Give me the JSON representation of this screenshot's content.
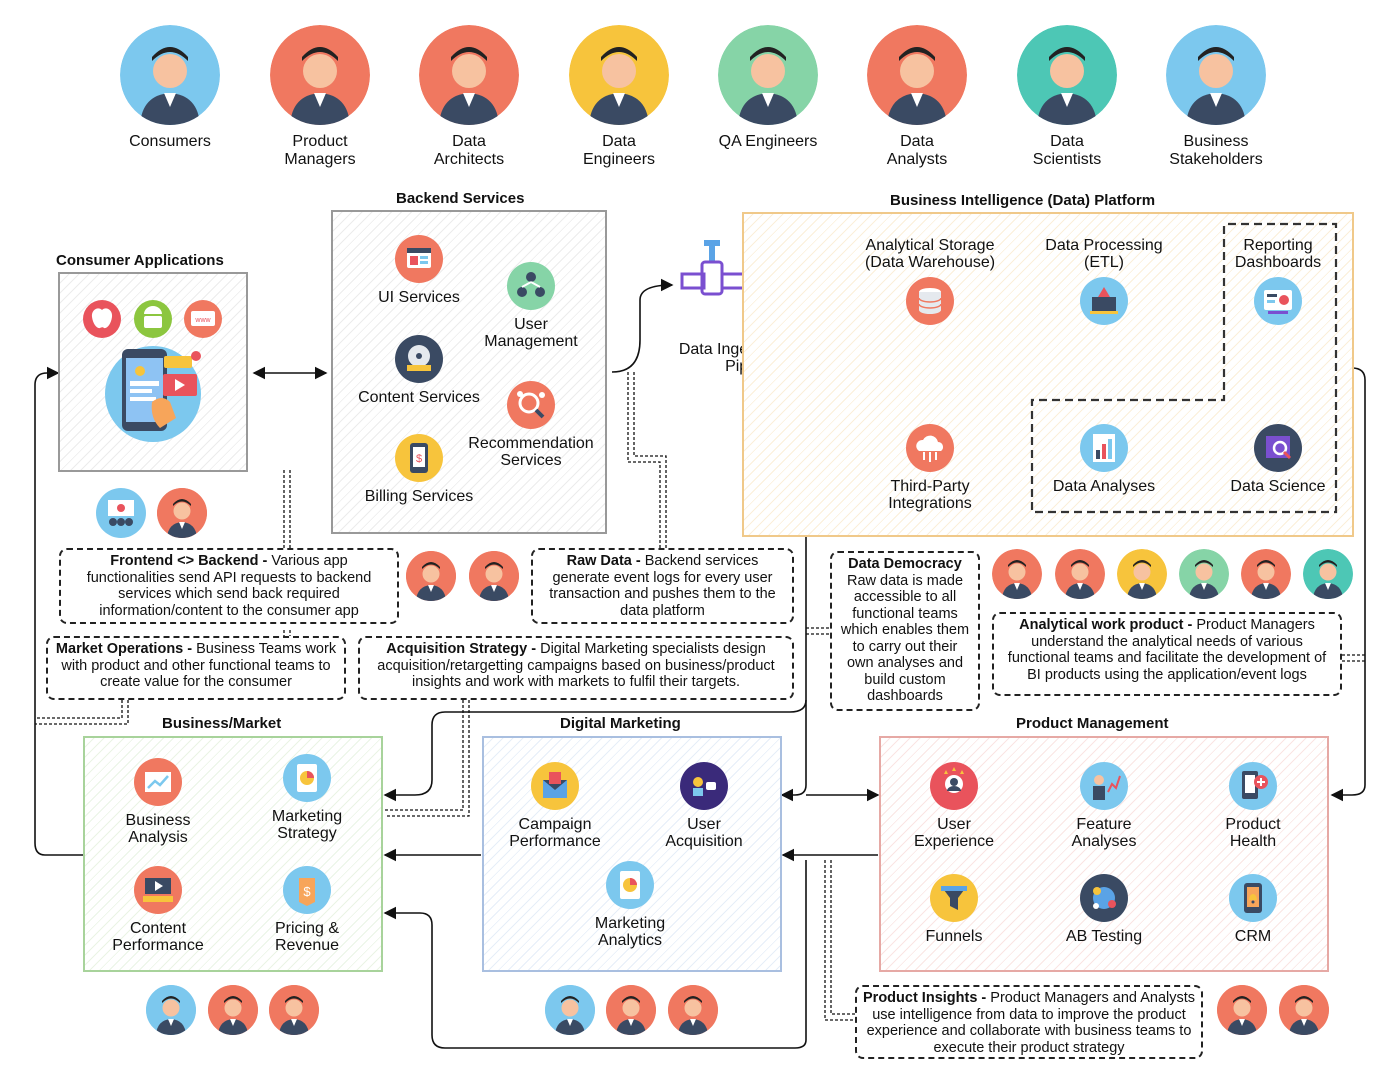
{
  "personas": [
    {
      "label": "Consumers",
      "color": "#7cc8ee"
    },
    {
      "label": "Product\nManagers",
      "color": "#f07860"
    },
    {
      "label": "Data\nArchitects",
      "color": "#f07860"
    },
    {
      "label": "Data\nEngineers",
      "color": "#f7c43c"
    },
    {
      "label": "QA Engineers",
      "color": "#86d4a7"
    },
    {
      "label": "Data\nAnalysts",
      "color": "#f07860"
    },
    {
      "label": "Data\nScientists",
      "color": "#4dc7b5"
    },
    {
      "label": "Business\nStakeholders",
      "color": "#7cc8ee"
    }
  ],
  "consumer_apps": {
    "title": "Consumer Applications"
  },
  "backend": {
    "title": "Backend Services",
    "services": [
      "UI Services",
      "User\nManagement",
      "Content Services",
      "Recommendation\nServices",
      "Billing Services"
    ]
  },
  "ingestion": {
    "label": "Data Ingestion\nPipeline"
  },
  "bi": {
    "title": "Business Intelligence (Data) Platform",
    "nodes": [
      "Analytical Storage\n(Data Warehouse)",
      "Data Processing\n(ETL)",
      "Reporting\nDashboards",
      "Third-Party\nIntegrations",
      "Data Analyses",
      "Data Science"
    ]
  },
  "notes": {
    "frontend": {
      "bold": "Frontend <> Backend -",
      "text": " Various app functionalities send API requests to backend services which send back required information/content to the consumer app"
    },
    "raw": {
      "bold": "Raw Data -",
      "text": " Backend services generate event logs for every user transaction and pushes them to the data platform"
    },
    "democracy": {
      "bold": "Data Democracy",
      "text": "Raw data is made accessible to all functional teams which enables them to carry out their own analyses and build custom dashboards"
    },
    "analytical": {
      "bold": "Analytical work product -",
      "text": " Product Managers understand the analytical needs of various functional teams and facilitate the development of BI products using the application/event logs"
    },
    "market": {
      "bold": "Market Operations -",
      "text": " Business Teams work with product and other functional teams to create value for the consumer"
    },
    "acquisition": {
      "bold": "Acquisition Strategy -",
      "text": " Digital Marketing specialists design acquisition/retargetting campaigns based on business/product insights and work with markets to fulfil their targets."
    },
    "insights": {
      "bold": "Product Insights -",
      "text": " Product Managers and Analysts use intelligence from data to improve the product experience and collaborate with business teams to execute their product strategy"
    }
  },
  "business": {
    "title": "Business/Market",
    "items": [
      "Business\nAnalysis",
      "Marketing\nStrategy",
      "Content\nPerformance",
      "Pricing &\nRevenue"
    ]
  },
  "marketing": {
    "title": "Digital Marketing",
    "items": [
      "Campaign\nPerformance",
      "User\nAcquisition",
      "Marketing\nAnalytics"
    ]
  },
  "product": {
    "title": "Product Management",
    "items": [
      "User\nExperience",
      "Feature\nAnalyses",
      "Product\nHealth",
      "Funnels",
      "AB Testing",
      "CRM"
    ]
  }
}
